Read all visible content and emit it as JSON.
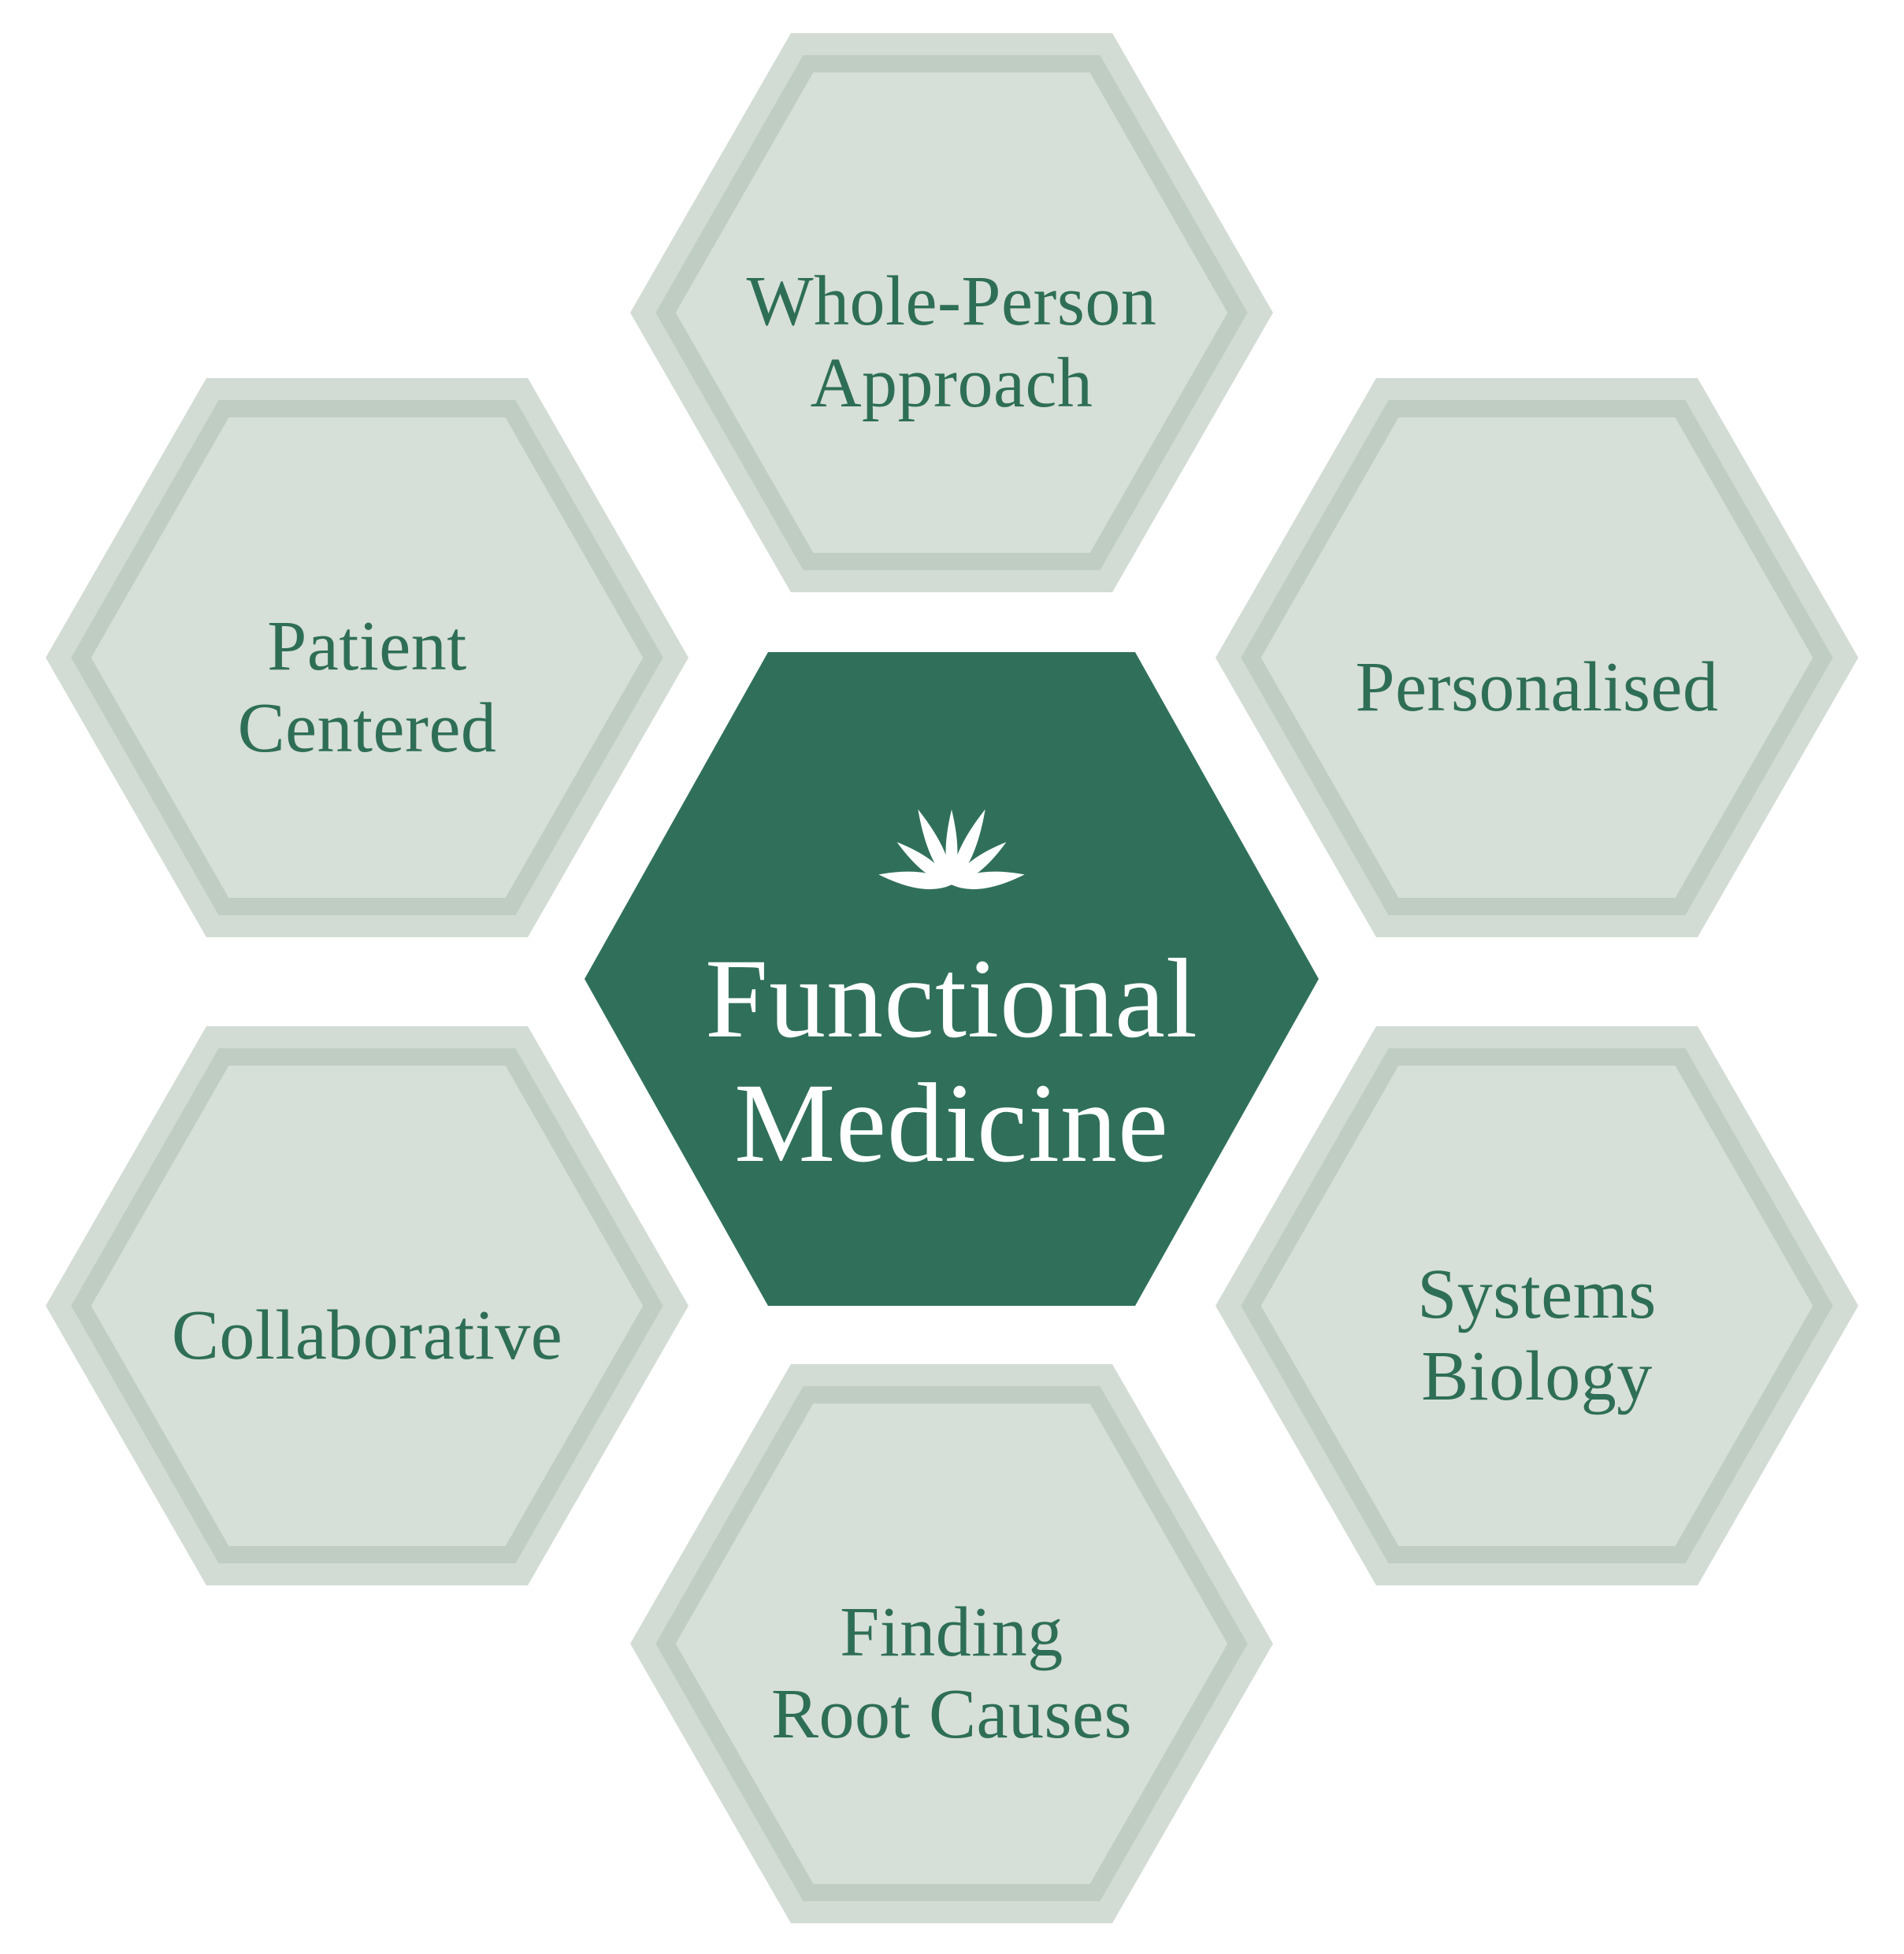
{
  "diagram": {
    "title": "Functional Medicine",
    "center": {
      "line1": "Functional",
      "line2": "Medicine",
      "icon": "lotus-icon"
    },
    "nodes": [
      {
        "id": "whole-person-approach",
        "line1": "Whole-Person",
        "line2": "Approach",
        "position": "top"
      },
      {
        "id": "personalised",
        "line1": "Personalised",
        "line2": "",
        "position": "top-right"
      },
      {
        "id": "systems-biology",
        "line1": "Systems",
        "line2": "Biology",
        "position": "bottom-right"
      },
      {
        "id": "finding-root-causes",
        "line1": "Finding",
        "line2": "Root Causes",
        "position": "bottom"
      },
      {
        "id": "collaborative",
        "line1": "Collaborative",
        "line2": "",
        "position": "bottom-left"
      },
      {
        "id": "patient-centered",
        "line1": "Patient",
        "line2": "Centered",
        "position": "top-left"
      }
    ],
    "colors": {
      "background": "#FFFFFF",
      "node_band": "#D2DCD4",
      "node_inner": "#D6DFD8",
      "node_line": "#BFCDC3",
      "label_text": "#2E6E57",
      "center_fill": "#30705A",
      "center_text": "#FFFFFF"
    }
  }
}
